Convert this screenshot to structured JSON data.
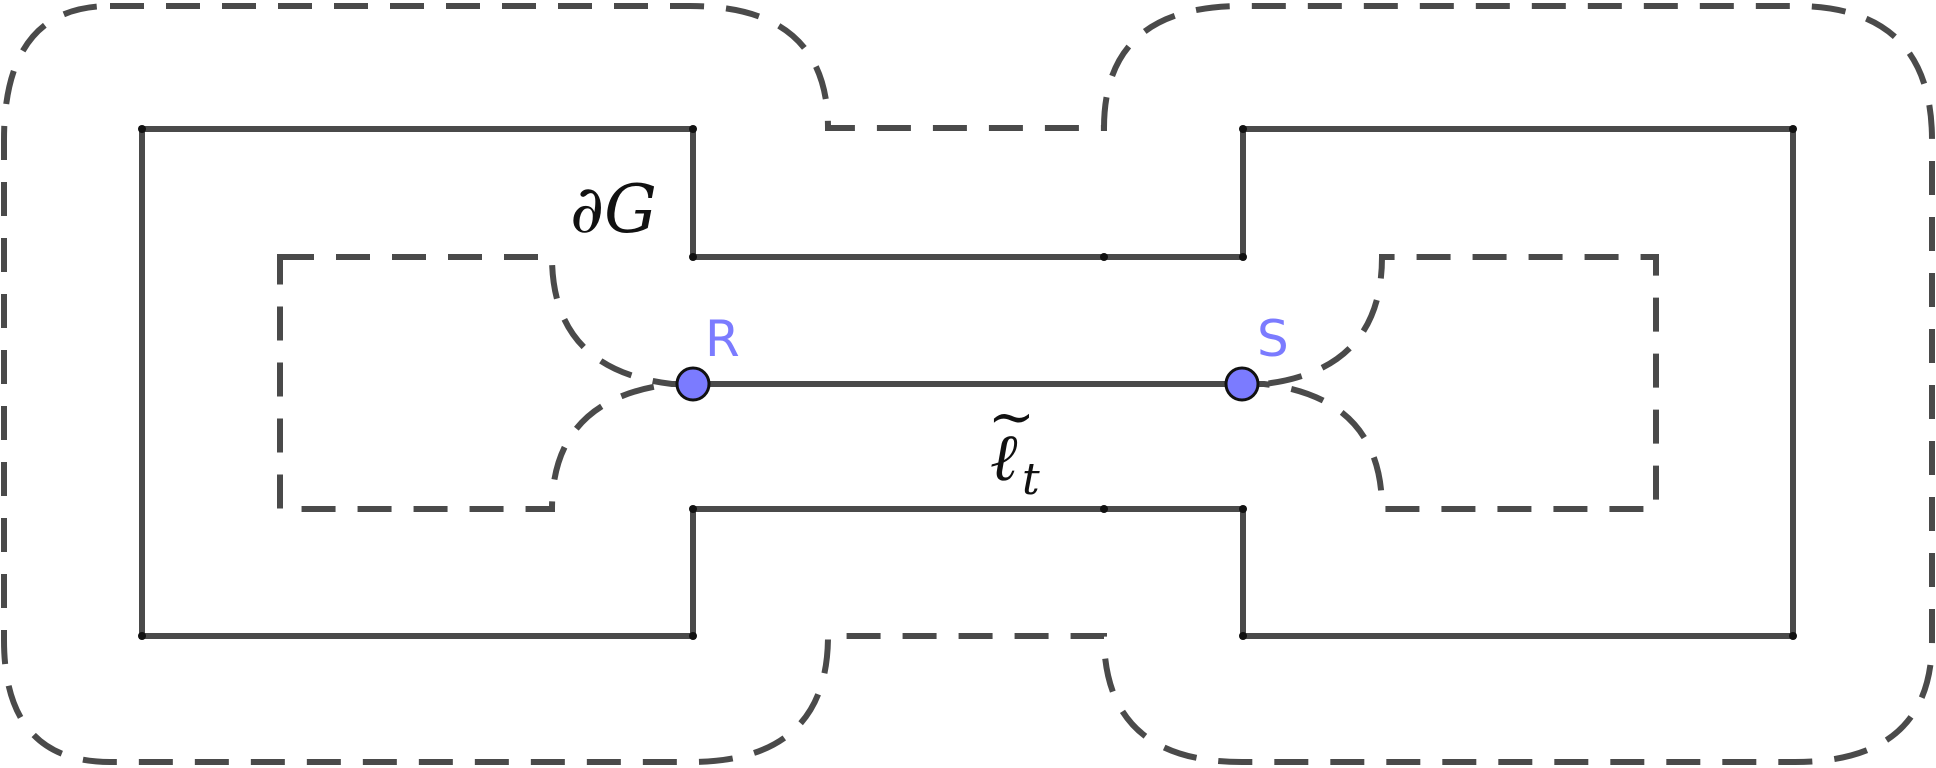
{
  "labels": {
    "boundary": "∂G",
    "curve_main": "ℓ",
    "curve_sub": "t",
    "curve_accent": "~"
  },
  "points": [
    {
      "name": "R",
      "color": "#7b7bff"
    },
    {
      "name": "S",
      "color": "#7b7bff"
    }
  ],
  "colors": {
    "stroke": "#4a4a4a",
    "point_fill": "#7b7bff",
    "point_label": "#7b7bff"
  }
}
